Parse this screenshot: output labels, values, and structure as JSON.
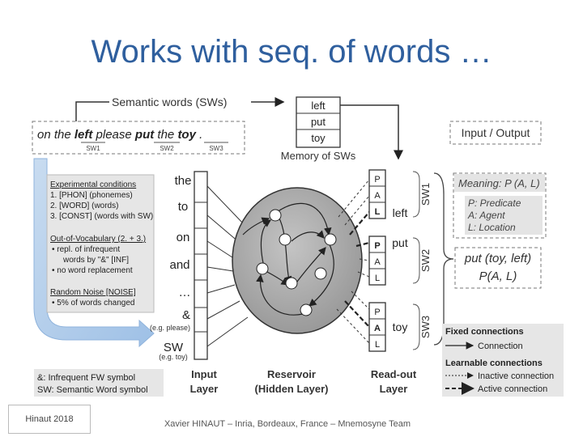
{
  "slide": {
    "title": "Works with seq. of words …",
    "footer_left": "Hinaut 2018",
    "footer_credit": "Xavier HINAUT – Inria, Bordeaux, France – Mnemosyne Team"
  },
  "diagram": {
    "semantic_words_label": "Semantic words (SWs)",
    "memory_words": [
      "left",
      "put",
      "toy"
    ],
    "memory_label": "Memory of SWs",
    "sentence": {
      "parts": [
        "on the ",
        "left",
        " please ",
        "put",
        " the ",
        "toy",
        " ."
      ],
      "sw_tags": [
        "SW1",
        "SW2",
        "SW3"
      ]
    },
    "io_label": "Input / Output",
    "conditions": {
      "heading1": "Experimental conditions",
      "items1": [
        "1.  [PHON] (phonemes)",
        "2.  [WORD] (words)",
        "3.  [CONST] (words with SW)"
      ],
      "heading2": "Out-of-Vocabulary (2. + 3.)",
      "items2": [
        "•  repl. of infrequent",
        "words by \"&\" [INF]",
        "•  no word replacement"
      ],
      "heading3": "Random Noise [NOISE]",
      "items3": [
        "•  5% of words changed"
      ]
    },
    "input_words": [
      "the",
      "to",
      "on",
      "and",
      "…",
      "&",
      "(e.g. please)",
      "SW",
      "(e.g. toy)"
    ],
    "legend_symbols": [
      "&: Infrequent FW symbol",
      "SW: Semantic Word symbol"
    ],
    "layer_labels": {
      "input": [
        "Input",
        "Layer"
      ],
      "reservoir": [
        "Reservoir",
        "(Hidden Layer)"
      ],
      "readout": [
        "Read-out",
        "Layer"
      ]
    },
    "readout_groups": [
      {
        "name": "SW1",
        "roles": [
          "P",
          "A",
          "L"
        ],
        "active": "L",
        "word": "left"
      },
      {
        "name": "SW2",
        "roles": [
          "P",
          "A",
          "L"
        ],
        "active": "P",
        "word": "put"
      },
      {
        "name": "SW3",
        "roles": [
          "P",
          "A",
          "L"
        ],
        "active": "A",
        "word": "toy"
      }
    ],
    "meaning": {
      "title": "Meaning: P (A, L)",
      "lines": [
        "P: Predicate",
        "A: Agent",
        "L: Location"
      ]
    },
    "output": [
      "put (toy, left)",
      "P(A, L)"
    ],
    "connections_legend": {
      "fixed_title": "Fixed connections",
      "fixed_item": "Connection",
      "learnable_title": "Learnable connections",
      "inactive": "Inactive connection",
      "active": "Active connection"
    }
  }
}
